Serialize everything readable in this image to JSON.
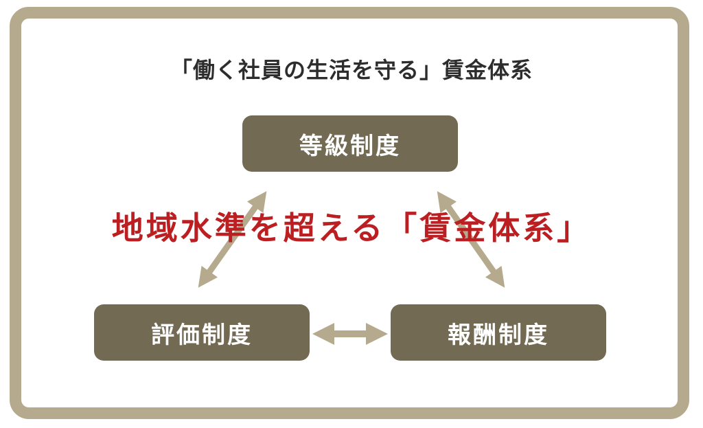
{
  "title": "「働く社員の生活を守る」賃金体系",
  "center_label": "地域水準を超える「賃金体系」",
  "nodes": {
    "top": "等級制度",
    "left": "評価制度",
    "right": "報酬制度"
  },
  "colors": {
    "frame": "#b5aa8d",
    "node_fill": "#736a54",
    "arrow": "#b5aa8d",
    "center_text": "#bb1f22",
    "title_text": "#2d2d2d"
  }
}
